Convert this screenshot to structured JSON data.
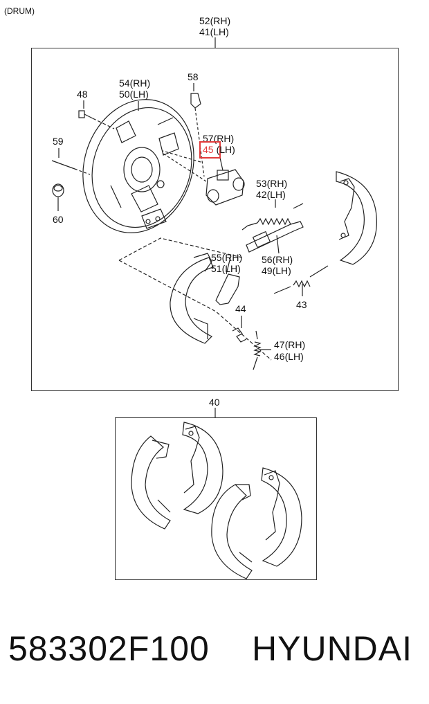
{
  "header": {
    "variant": "(DRUM)"
  },
  "callouts": {
    "c52": "52",
    "c41": "41",
    "c54": "54",
    "c50": "50",
    "c58": "58",
    "c48": "48",
    "c57": "57",
    "c45": "45",
    "c59": "59",
    "c60": "60",
    "c53": "53",
    "c42": "42",
    "c55": "55",
    "c51": "51",
    "c56": "56",
    "c49": "49",
    "c43": "43",
    "c44": "44",
    "c47": "47",
    "c46": "46",
    "c40": "40"
  },
  "side": {
    "rh": "(RH)",
    "lh": "(LH)"
  },
  "highlight": {
    "part_ref": "45",
    "color": "#e23a3a"
  },
  "footer": {
    "part_number": "583302F100",
    "brand": "HYUNDAI"
  }
}
